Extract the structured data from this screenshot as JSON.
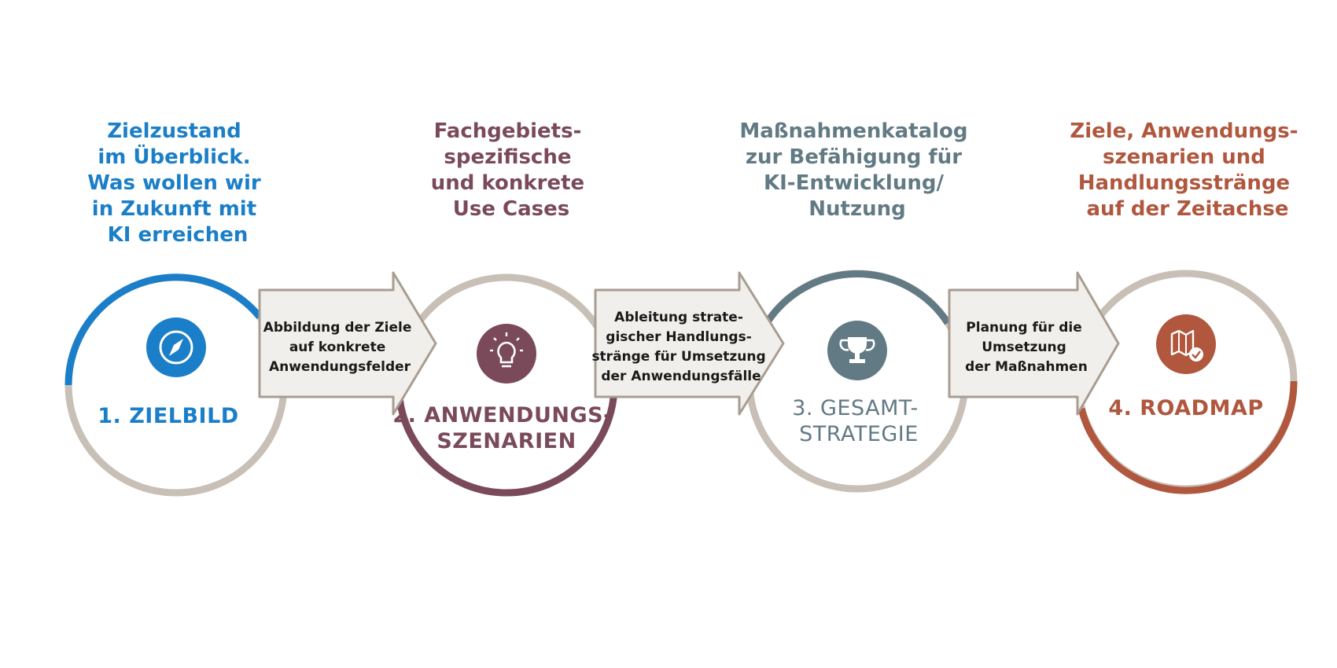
{
  "colors": {
    "zielbild": "#1a7fc8",
    "anwendung": "#7a4a5a",
    "strategie": "#627a84",
    "roadmap": "#b0573e",
    "ring_neutral": "#c8c0b7",
    "arrow_fill": "#f1efec",
    "arrow_stroke": "#a89d90"
  },
  "steps": [
    {
      "title_lines": [
        "Zielzustand",
        "im Überblick.",
        "Was wollen wir",
        "in Zukunft mit",
        "KI erreichen"
      ],
      "label_lines": [
        "1. ZIELBILD"
      ],
      "icon": "compass-icon",
      "color": "#1a7fc8"
    },
    {
      "title_lines": [
        "Fachgebiets-",
        "spezifische",
        "und konkrete",
        "Use Cases"
      ],
      "label_lines": [
        "2. ANWENDUNGS-",
        "SZENARIEN"
      ],
      "icon": "lightbulb-icon",
      "color": "#7a4a5a"
    },
    {
      "title_lines": [
        "Maßnahmenkatalog",
        "zur Befähigung für",
        "KI-Entwicklung/",
        "Nutzung"
      ],
      "label_lines": [
        "3. GESAMT-",
        "STRATEGIE"
      ],
      "icon": "trophy-icon",
      "color": "#627a84"
    },
    {
      "title_lines": [
        "Ziele, Anwendungs-",
        "szenarien und",
        "Handlungsstränge",
        "auf der Zeitachse"
      ],
      "label_lines": [
        "4. ROADMAP"
      ],
      "icon": "map-check-icon",
      "color": "#b0573e"
    }
  ],
  "arrows": [
    {
      "lines": [
        "Abbildung der Ziele",
        "auf konkrete",
        "Anwendungsfelder"
      ]
    },
    {
      "lines": [
        "Ableitung strate-",
        "gischer Handlungs-",
        "stränge für Umsetzung",
        "der Anwendungsfälle"
      ]
    },
    {
      "lines": [
        "Planung für die",
        "Umsetzung",
        "der Maßnahmen"
      ]
    }
  ]
}
